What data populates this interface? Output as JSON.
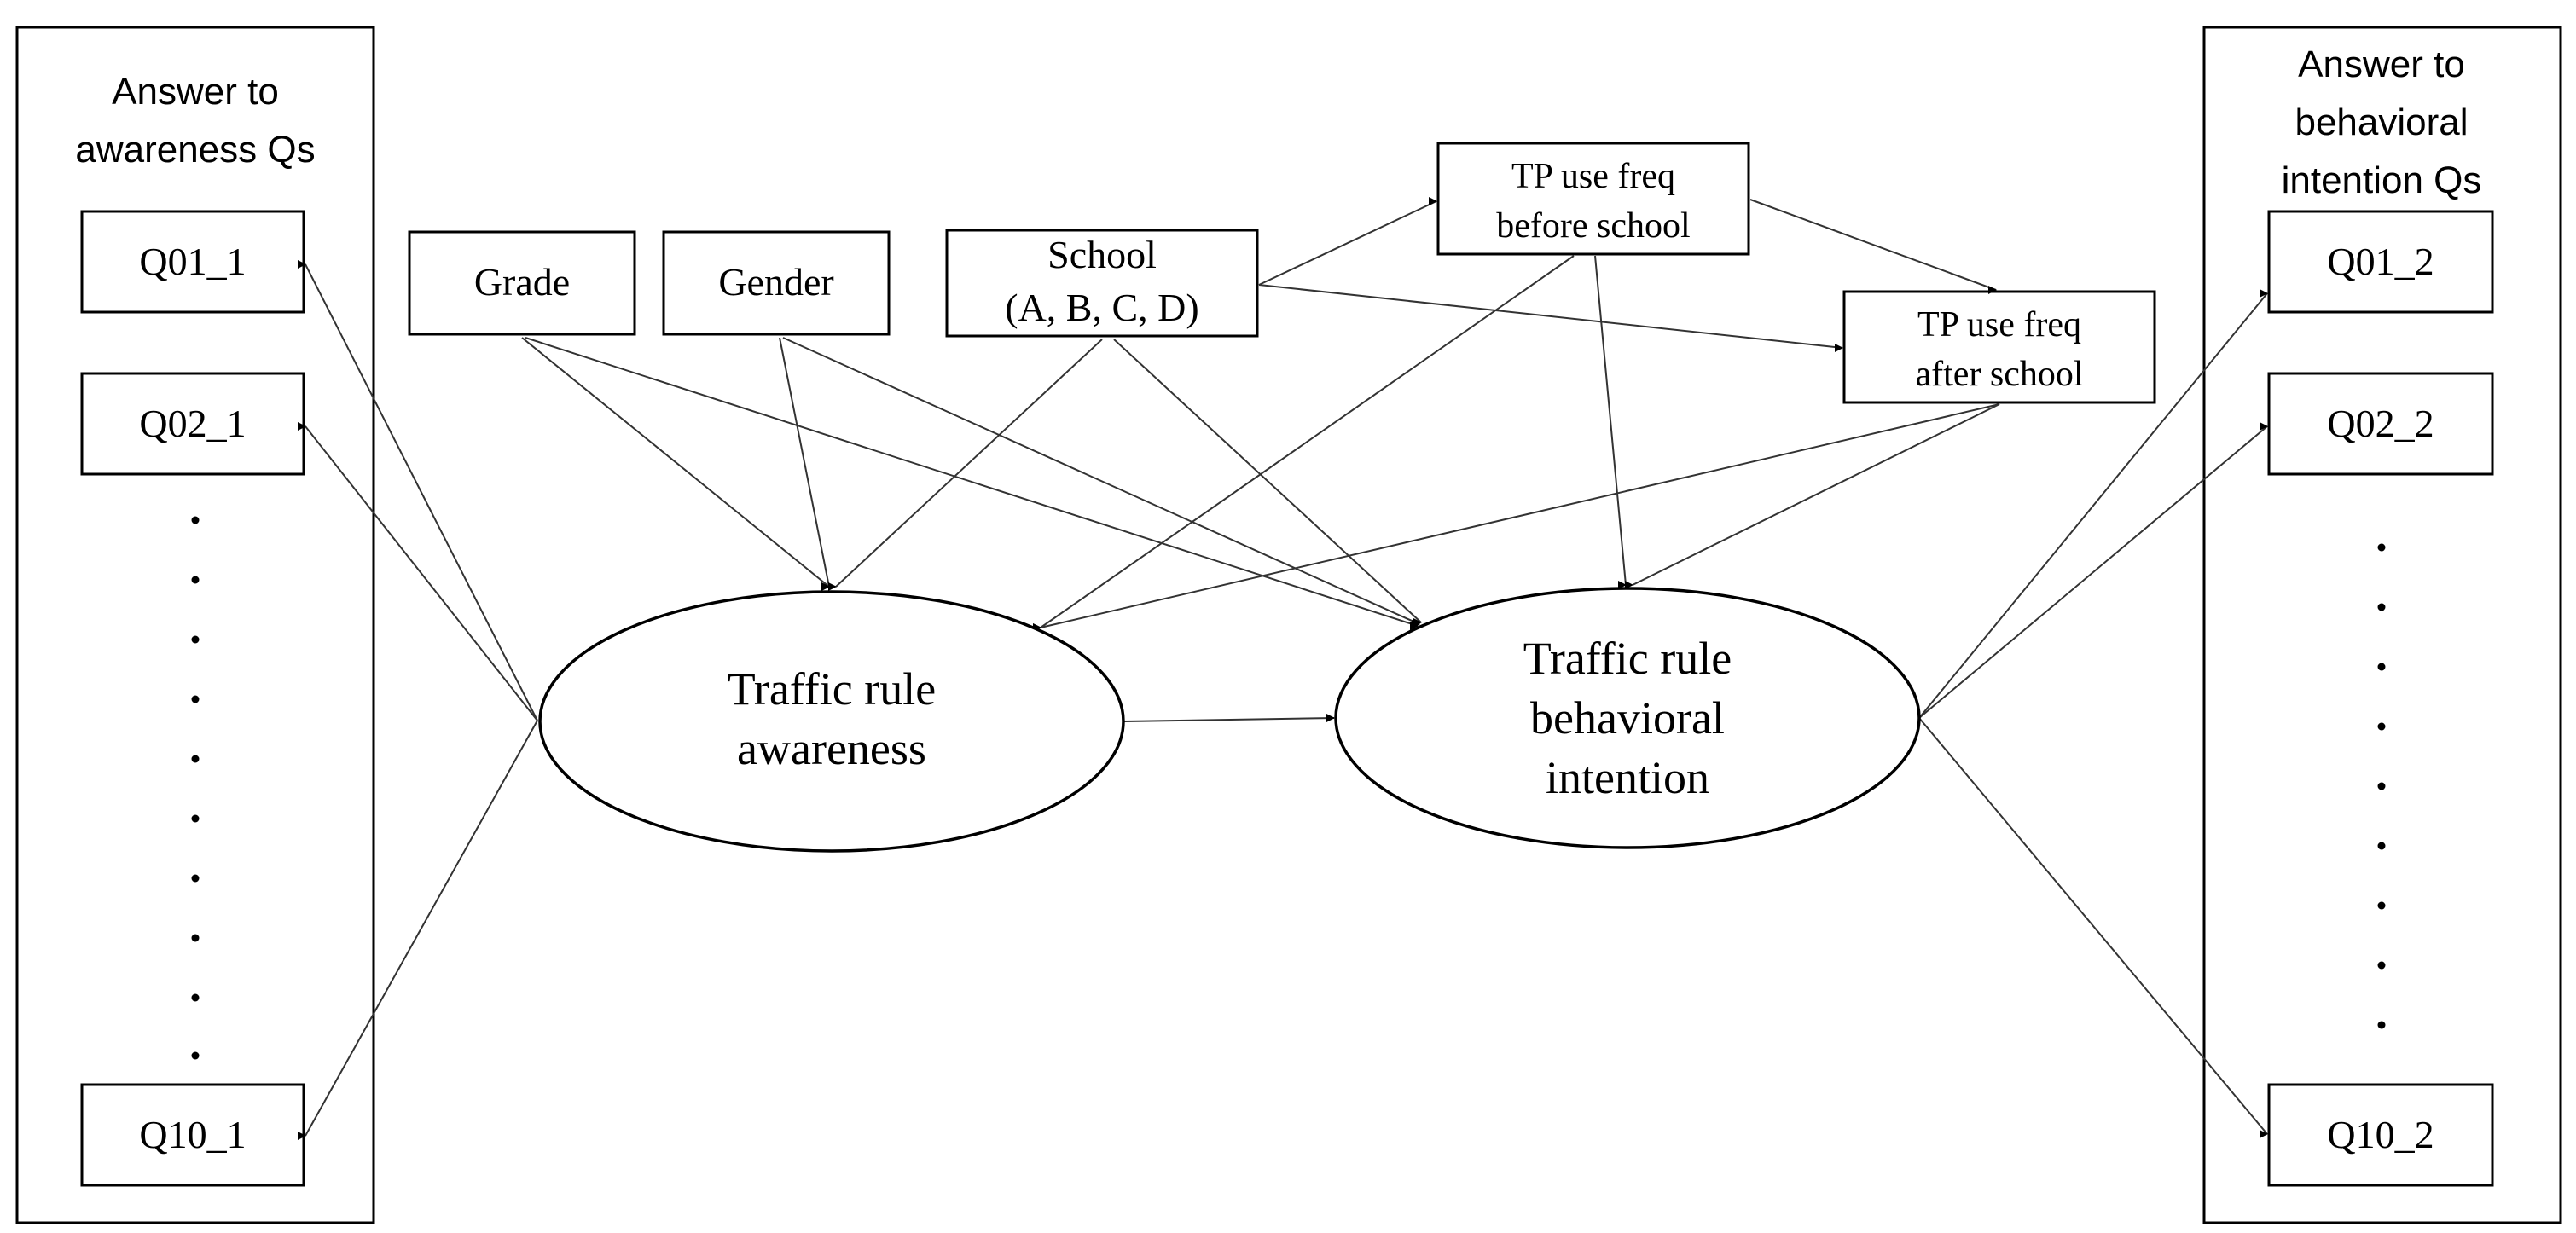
{
  "panels": {
    "awareness": {
      "title_line1": "Answer to",
      "title_line2": "awareness Qs",
      "items": [
        "Q01_1",
        "Q02_1",
        "Q10_1"
      ]
    },
    "behavioral": {
      "title_line1": "Answer to",
      "title_line2": "behavioral",
      "title_line3": "intention Qs",
      "items": [
        "Q01_2",
        "Q02_2",
        "Q10_2"
      ]
    }
  },
  "variables": {
    "grade": "Grade",
    "gender": "Gender",
    "school_line1": "School",
    "school_line2": "(A, B, C, D)",
    "tp_before_line1": "TP use freq",
    "tp_before_line2": "before school",
    "tp_after_line1": "TP use freq",
    "tp_after_line2": "after school"
  },
  "latent": {
    "awareness_line1": "Traffic rule",
    "awareness_line2": "awareness",
    "behavior_line1": "Traffic rule",
    "behavior_line2": "behavioral",
    "behavior_line3": "intention"
  }
}
